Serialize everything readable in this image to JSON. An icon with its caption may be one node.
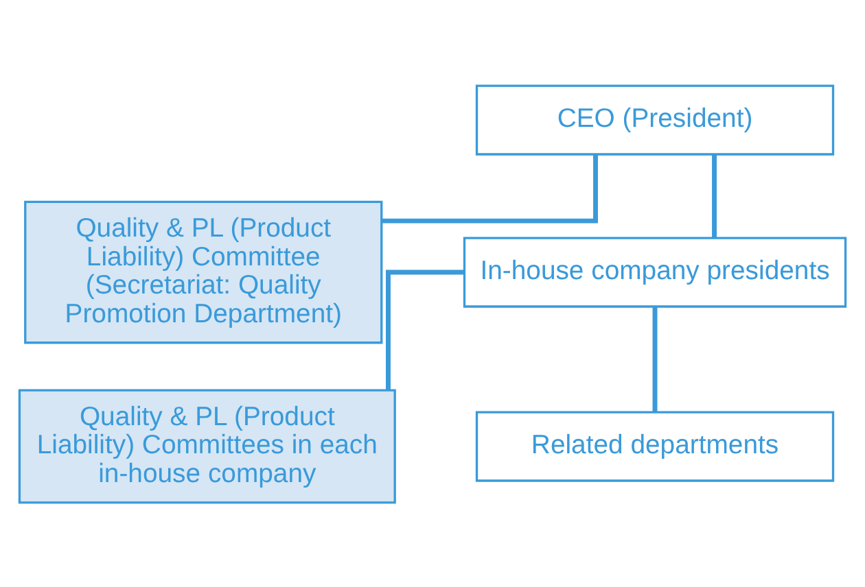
{
  "diagram": {
    "nodes": [
      {
        "text": [
          "CEO (President)"
        ]
      },
      {
        "text": [
          "Quality & PL (Product Liability) Committee (Secretariat: Quality Promotion Department)"
        ]
      },
      {
        "text": [
          "In-house company presidents"
        ]
      },
      {
        "text": [
          "Quality & PL (Product Liability) Committees in each in-house company"
        ]
      },
      {
        "text": [
          "Related departments"
        ]
      }
    ],
    "edges": [
      {
        "from": 0,
        "to": 2,
        "arrow": "none"
      },
      {
        "from": 0,
        "to": 1,
        "arrow": "none"
      },
      {
        "from": 2,
        "to": 4,
        "arrow": "none"
      },
      {
        "from": 2,
        "to": 3,
        "arrow": "none"
      }
    ]
  }
}
